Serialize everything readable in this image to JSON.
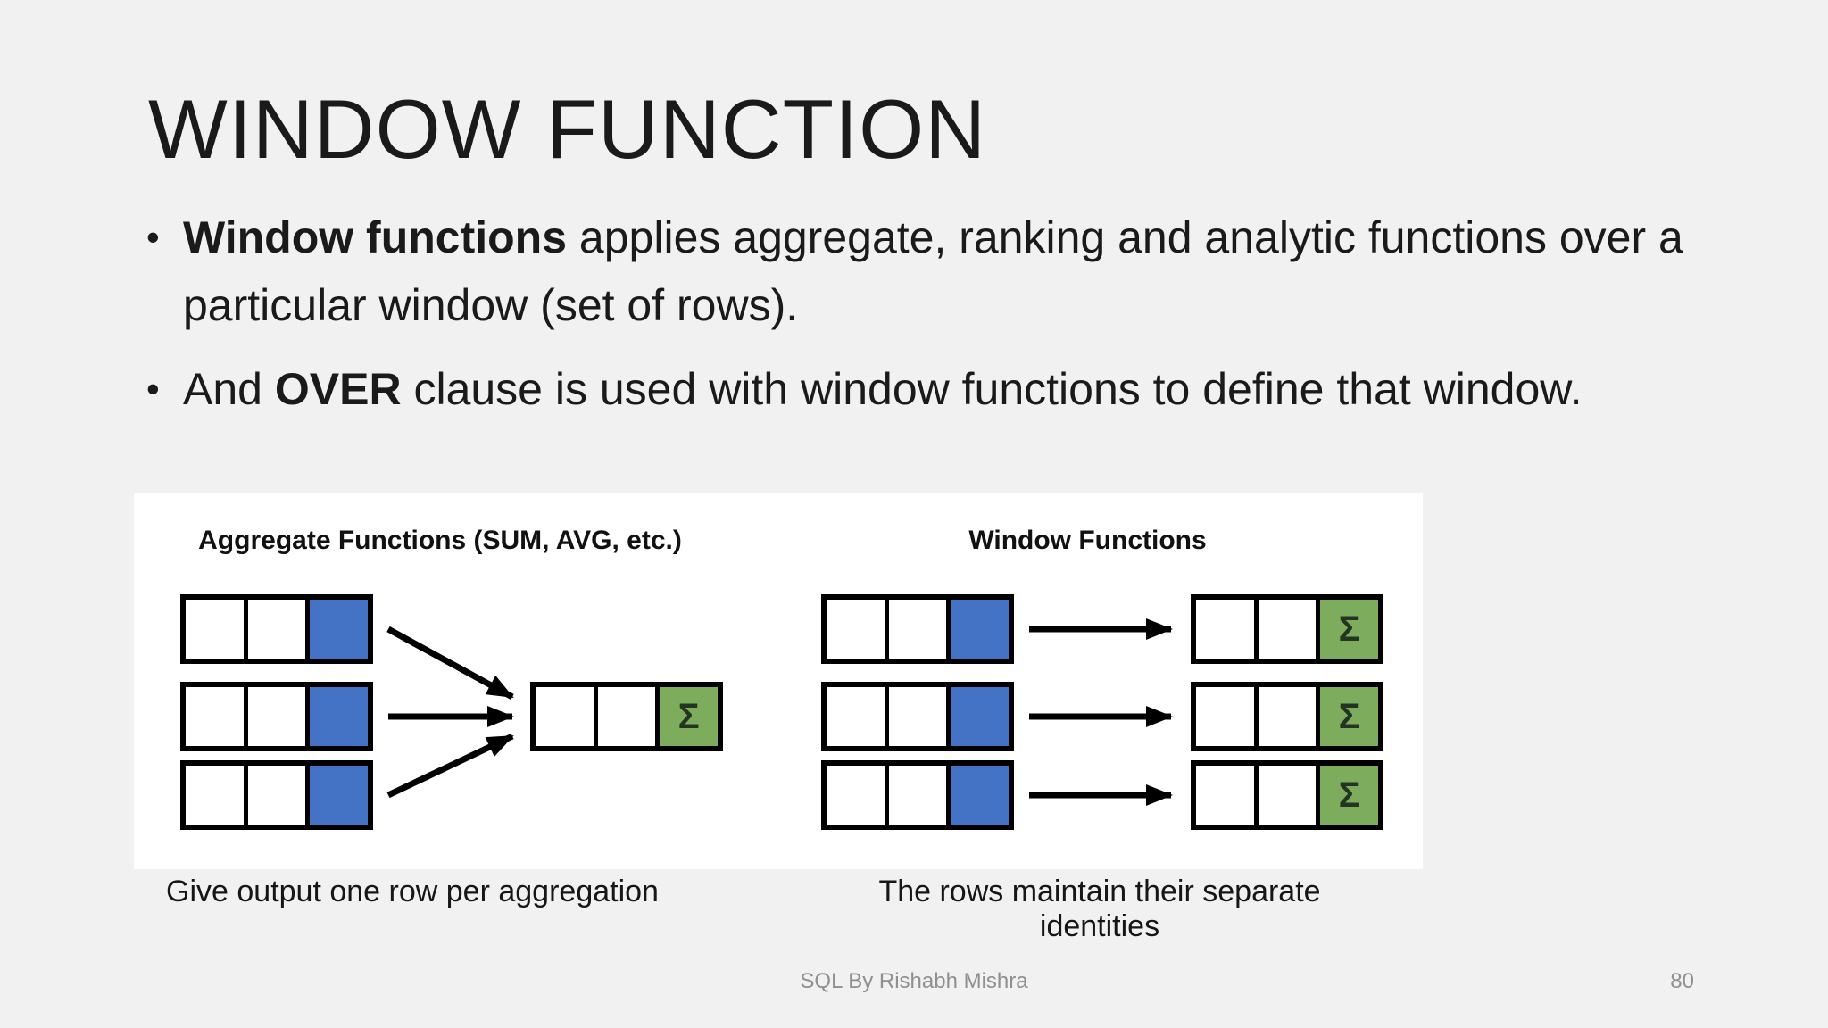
{
  "theme": {
    "colors": {
      "background": "#F1F1F2",
      "panel": "#FFFFFF",
      "text": "#1A1A1A",
      "muted": "#8F8F8F",
      "blue": "#4472C4",
      "green": "#7DAD5C",
      "sigma": "#233423",
      "line": "#000000"
    }
  },
  "slide": {
    "title": "WINDOW FUNCTION",
    "bullet_char": "•",
    "bullets": [
      {
        "pre": "",
        "bold": "Window functions",
        "post": " applies aggregate, ranking and analytic functions over a particular window (set of rows)."
      },
      {
        "pre": "And ",
        "bold": "OVER",
        "post": " clause is used with window functions to define that window."
      }
    ]
  },
  "diagram": {
    "sigma": "Σ",
    "left": {
      "title": "Aggregate Functions (SUM, AVG, etc.)",
      "caption": "Give output one row per aggregation"
    },
    "right": {
      "title": "Window Functions",
      "caption": "The rows maintain their separate identities"
    }
  },
  "footer": {
    "credit": "SQL By Rishabh Mishra",
    "page": "80"
  }
}
